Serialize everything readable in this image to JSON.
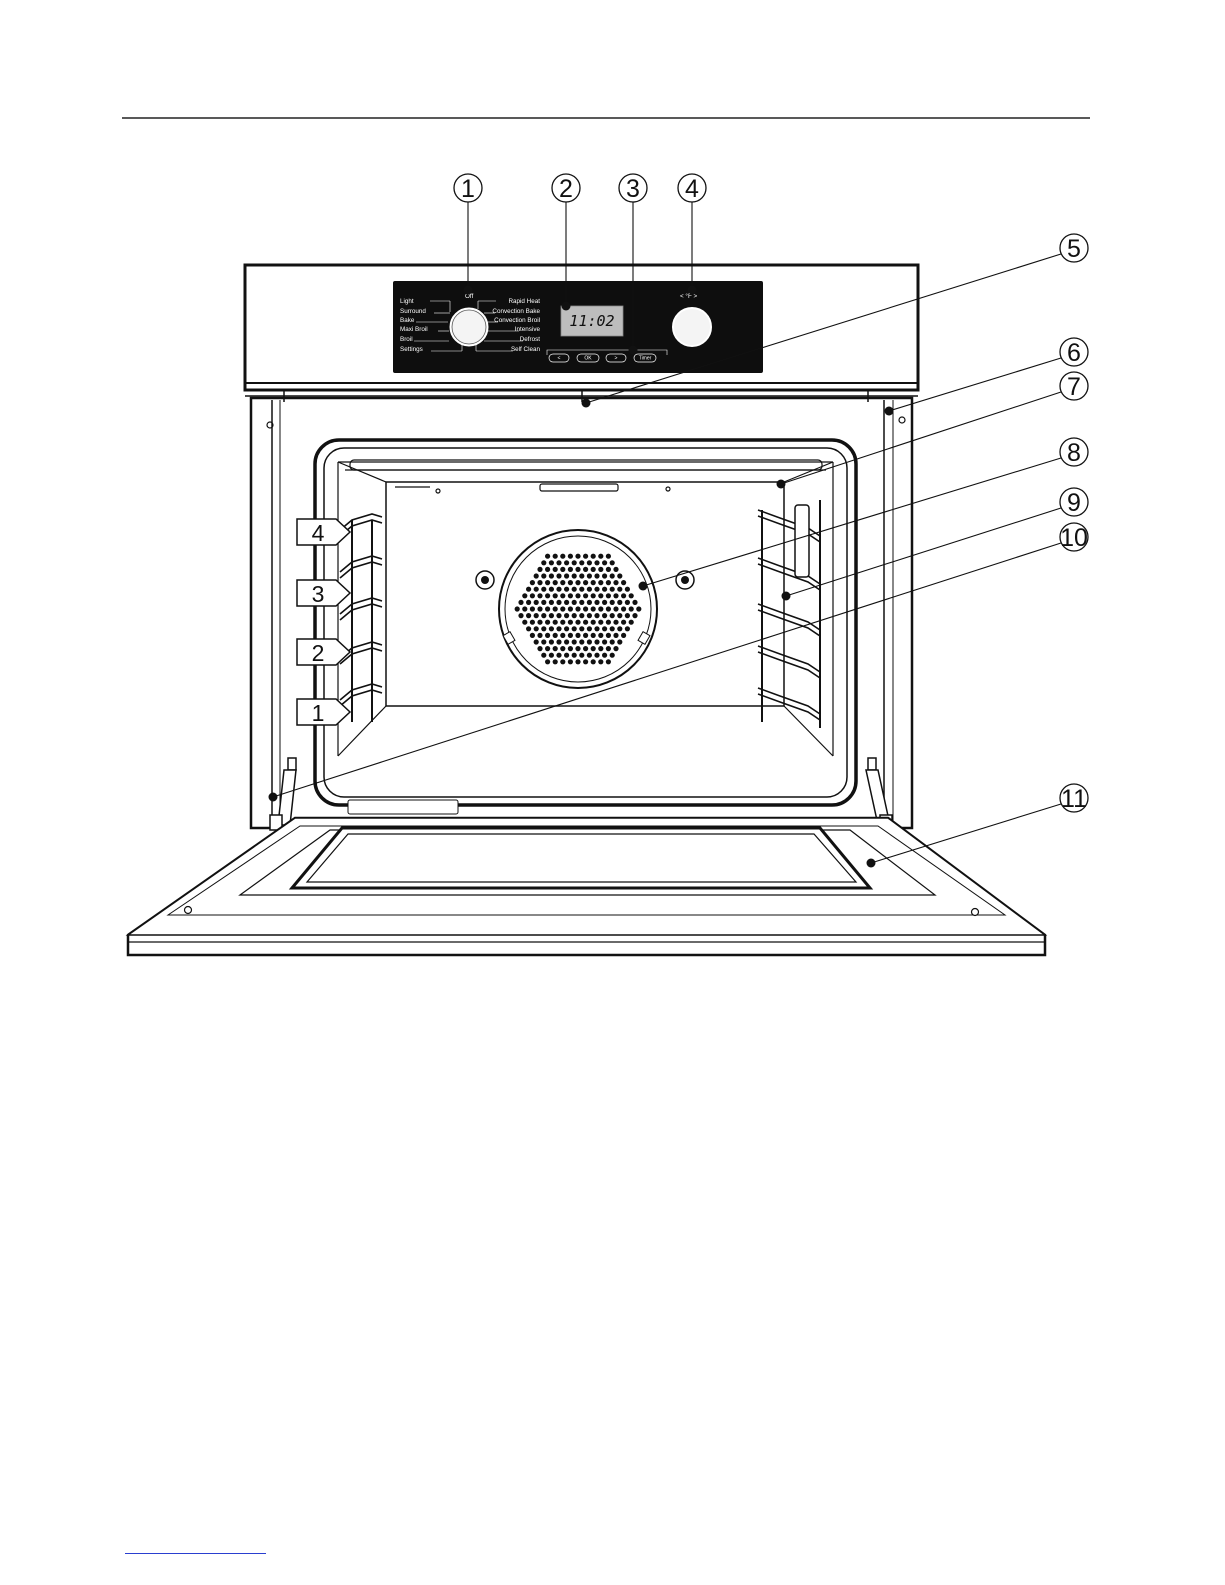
{
  "callouts": [
    "1",
    "2",
    "3",
    "4",
    "5",
    "6",
    "7",
    "8",
    "9",
    "10",
    "11"
  ],
  "control_panel": {
    "dial_left_labels": [
      "Light",
      "Surround",
      "Bake",
      "Maxi Broil",
      "Broil",
      "Settings"
    ],
    "dial_top_label": "Off",
    "dial_right_labels": [
      "Rapid Heat",
      "Convection Bake",
      "Convection Broil",
      "Intensive",
      "Defrost",
      "Self Clean"
    ],
    "display_value": "11:02",
    "buttons": [
      "<",
      "OK",
      ">",
      "Timer"
    ],
    "temp_knob_label": "< °F >"
  },
  "shelf_levels": [
    "4",
    "3",
    "2",
    "1"
  ]
}
